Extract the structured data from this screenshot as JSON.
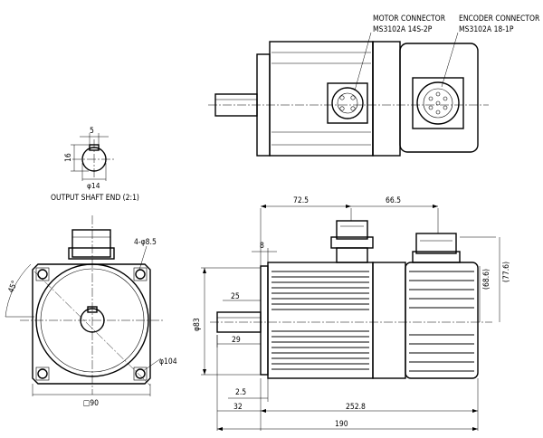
{
  "labels": {
    "motor_connector": "MOTOR CONNECTOR",
    "motor_connector_part": "MS3102A 14S-2P",
    "encoder_connector": "ENCODER CONNECTOR",
    "encoder_connector_part": "MS3102A 18-1P",
    "output_shaft_end": "OUTPUT SHAFT END (2:1)"
  },
  "dimensions": {
    "key_width": "5",
    "shaft_key_height": "16",
    "shaft_diameter": "φ14",
    "holes": "4-φ8.5",
    "angle": "45°",
    "pcd": "φ104",
    "flange": "□90",
    "motor_length": "72.5",
    "encoder_length": "66.5",
    "flange_thickness": "8",
    "height_inner": "(68.6)",
    "height_outer": "(77.6)",
    "pilot_diameter": "φ83",
    "key_length": "25",
    "shaft_length": "29",
    "flange_to_connector": "32",
    "pilot_depth": "2.5",
    "body_length": "252.8",
    "total_length": "190"
  }
}
